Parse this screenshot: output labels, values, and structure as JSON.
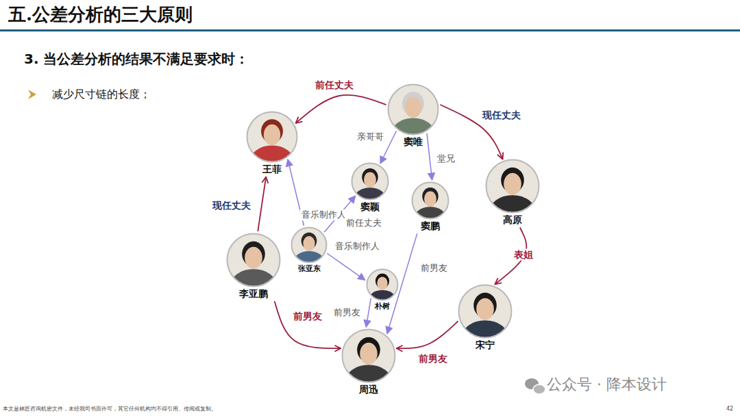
{
  "diagram": {
    "title": "五.公差分析的三大原则",
    "nodes": [
      {
        "text": [
          "窦唯"
        ]
      },
      {
        "text": [
          "王菲"
        ]
      },
      {
        "text": [
          "窦颖"
        ]
      },
      {
        "text": [
          "高原"
        ]
      },
      {
        "text": [
          "窦鹏"
        ]
      },
      {
        "text": [
          "张亚东"
        ]
      },
      {
        "text": [
          "李亚鹏"
        ]
      },
      {
        "text": [
          "朴树"
        ]
      },
      {
        "text": [
          "宋宁"
        ]
      },
      {
        "text": [
          "周迅"
        ]
      }
    ],
    "edges": [
      {
        "from": 0,
        "to": 1,
        "label": "前任丈夫",
        "arrow": "to"
      },
      {
        "from": 0,
        "to": 3,
        "label": "现任丈夫",
        "arrow": "to"
      },
      {
        "from": 0,
        "to": 2,
        "label": "亲哥哥",
        "arrow": "to"
      },
      {
        "from": 0,
        "to": 4,
        "label": "堂兄",
        "arrow": "to"
      },
      {
        "from": 6,
        "to": 1,
        "label": "现任丈夫",
        "arrow": "to"
      },
      {
        "from": 5,
        "to": 1,
        "label": "音乐制作人",
        "arrow": "to"
      },
      {
        "from": 5,
        "to": 2,
        "label": "前任丈夫",
        "arrow": "to"
      },
      {
        "from": 5,
        "to": 7,
        "label": "音乐制作人",
        "arrow": "to"
      },
      {
        "from": 3,
        "to": 8,
        "label": "表姐",
        "arrow": "to"
      },
      {
        "from": 4,
        "to": 9,
        "label": "前男友",
        "arrow": "to"
      },
      {
        "from": 7,
        "to": 9,
        "label": "前男友",
        "arrow": "to"
      },
      {
        "from": 8,
        "to": 9,
        "label": "前男友",
        "arrow": "to"
      },
      {
        "from": 6,
        "to": 9,
        "label": "前男友",
        "arrow": "to"
      }
    ],
    "labels": [
      "3. 当公差分析的结果不满足要求时：",
      "减少尺寸链的长度；",
      "本文是林匠咨询机密文件，未经我司书面许可，其它任何机构均不得引用、传阅或复制。",
      "公众号 · 降本设计",
      "42"
    ]
  }
}
